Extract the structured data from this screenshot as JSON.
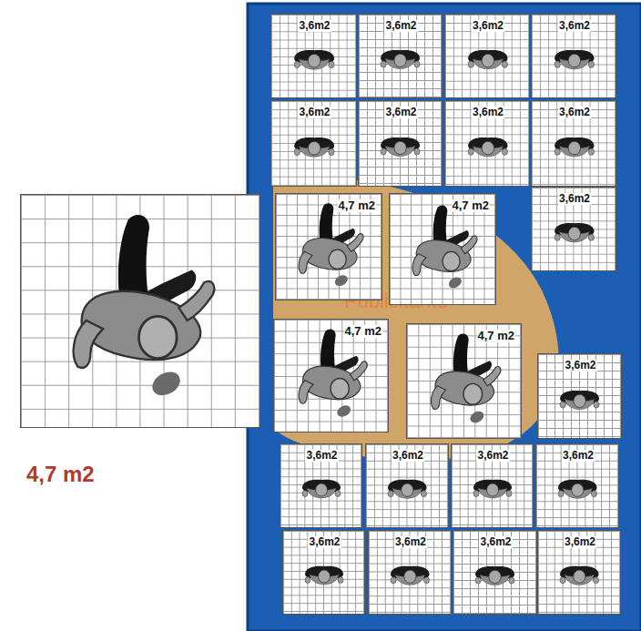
{
  "diagram": {
    "nodes": [
      {
        "text": [
          "4,7 m2"
        ]
      },
      {
        "text": [
          "3,6m2"
        ]
      },
      {
        "text": [
          "3,6m2"
        ]
      },
      {
        "text": [
          "3,6m2"
        ]
      },
      {
        "text": [
          "3,6m2"
        ]
      },
      {
        "text": [
          "3,6m2"
        ]
      },
      {
        "text": [
          "3,6m2"
        ]
      },
      {
        "text": [
          "3,6m2"
        ]
      },
      {
        "text": [
          "3,6m2"
        ]
      },
      {
        "text": [
          "4,7 m2"
        ]
      },
      {
        "text": [
          "4,7 m2"
        ]
      },
      {
        "text": [
          "3,6m2"
        ]
      },
      {
        "text": [
          "4,7 m2"
        ]
      },
      {
        "text": [
          "4,7 m2"
        ]
      },
      {
        "text": [
          "3,6m2"
        ]
      },
      {
        "text": [
          "3,6m2"
        ]
      },
      {
        "text": [
          "3,6m2"
        ]
      },
      {
        "text": [
          "3,6m2"
        ]
      },
      {
        "text": [
          "3,6m2"
        ]
      },
      {
        "text": [
          "3,6m2"
        ]
      },
      {
        "text": [
          "3,6m2"
        ]
      },
      {
        "text": [
          "3,6m2"
        ]
      },
      {
        "text": [
          "3,6m2"
        ]
      }
    ],
    "labels": [
      "Publicitante"
    ]
  }
}
